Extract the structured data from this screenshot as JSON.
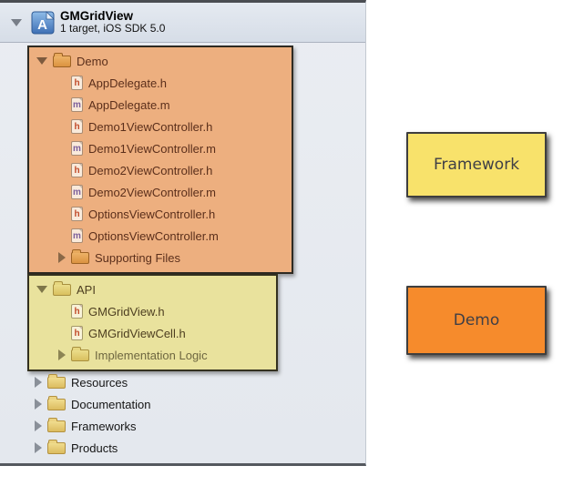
{
  "project": {
    "title": "GMGridView",
    "subtitle": "1 target, iOS SDK 5.0"
  },
  "icons": {
    "header_letter": "h",
    "impl_letter": "m"
  },
  "tree": {
    "demo_group": {
      "folder": "Demo",
      "files": [
        "AppDelegate.h",
        "AppDelegate.m",
        "Demo1ViewController.h",
        "Demo1ViewController.m",
        "Demo2ViewController.h",
        "Demo2ViewController.m",
        "OptionsViewController.h",
        "OptionsViewController.m"
      ],
      "subfolder": "Supporting Files"
    },
    "api_group": {
      "folder": "API",
      "files": [
        "GMGridView.h",
        "GMGridViewCell.h"
      ],
      "subfolder": "Implementation Logic"
    },
    "root_folders": [
      "Resources",
      "Documentation",
      "Frameworks",
      "Products"
    ]
  },
  "annotations": {
    "framework_label": "Framework",
    "demo_label": "Demo"
  },
  "colors": {
    "demo_highlight": "#EDAF7F",
    "api_highlight": "#E9E29D",
    "framework_box": "#F8E26B",
    "demo_box": "#F68B2C"
  }
}
